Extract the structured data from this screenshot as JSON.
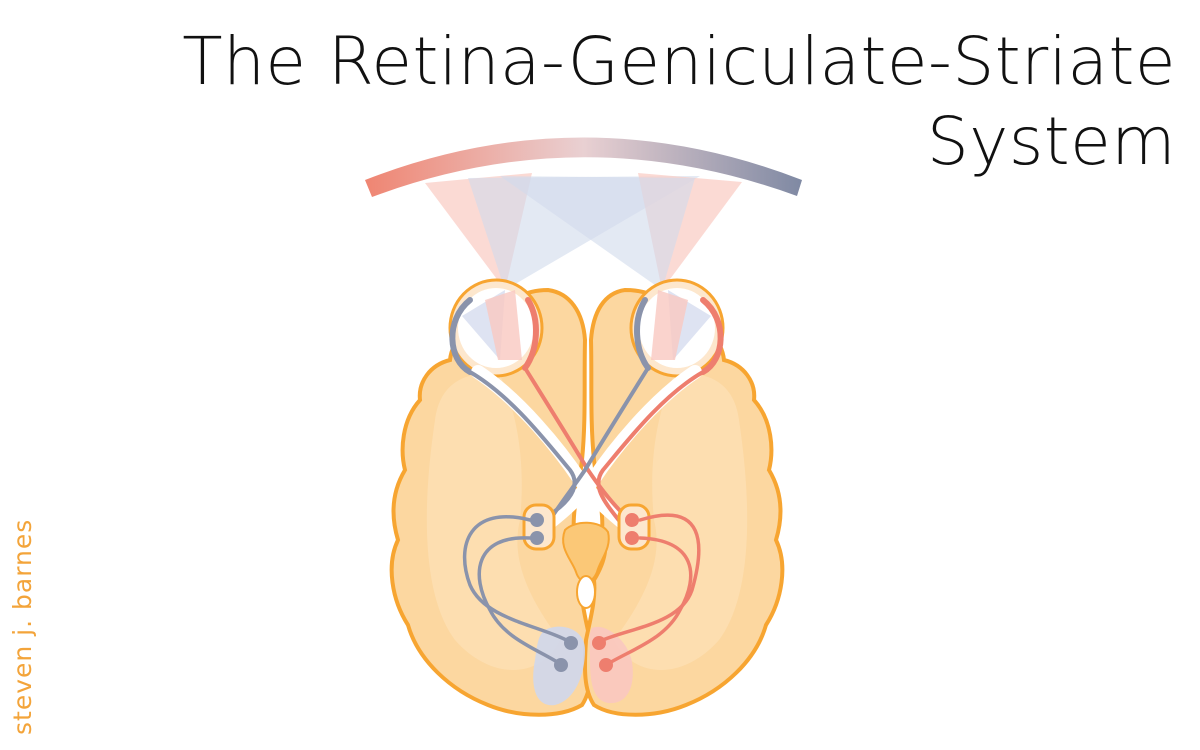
{
  "title": {
    "line1": "The Retina-Geniculate-Striate",
    "line2": "System"
  },
  "credit": "steven j. barnes",
  "colors": {
    "left_visual_field": "#ef8572",
    "right_visual_field": "#8690a8",
    "brain_fill": "#fcd7a0",
    "brain_outline": "#f7a531",
    "red_pathway": "#ee7e6e",
    "blue_pathway": "#8a93ab"
  },
  "diagram": {
    "components": [
      {
        "name": "visual-field-arc",
        "label": ""
      },
      {
        "name": "left-eye",
        "label": ""
      },
      {
        "name": "right-eye",
        "label": ""
      },
      {
        "name": "optic-chiasm",
        "label": ""
      },
      {
        "name": "left-lgn",
        "label": ""
      },
      {
        "name": "right-lgn",
        "label": ""
      },
      {
        "name": "left-striate-cortex",
        "label": ""
      },
      {
        "name": "right-striate-cortex",
        "label": ""
      }
    ]
  }
}
